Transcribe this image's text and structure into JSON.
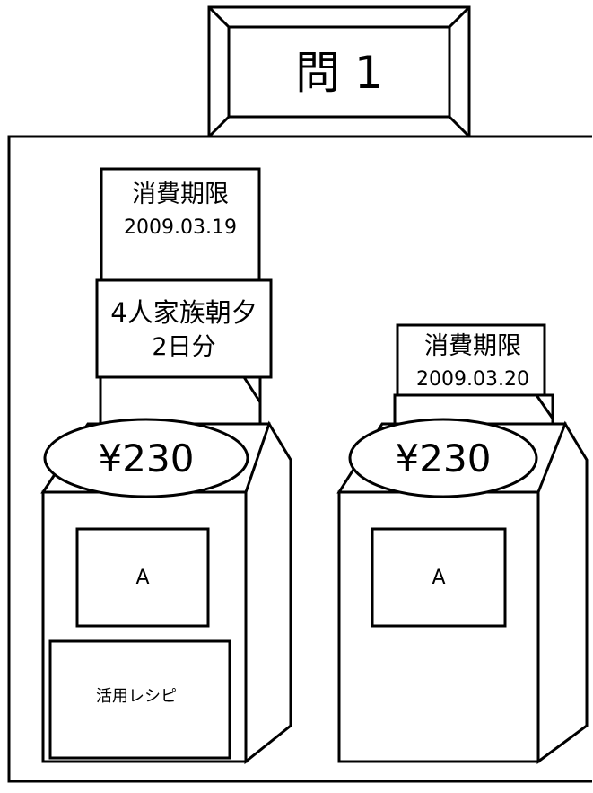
{
  "header": {
    "title": "問 1"
  },
  "left_product": {
    "expiry_label": "消費期限",
    "expiry_date": "2009.03.19",
    "serving_line1": "4人家族朝夕",
    "serving_line2": "2日分",
    "price": "¥230",
    "panel_label": "A",
    "recipe_label": "活用レシピ"
  },
  "right_product": {
    "expiry_label": "消費期限",
    "expiry_date": "2009.03.20",
    "price": "¥230",
    "panel_label": "A"
  },
  "colors": {
    "stroke": "#000000",
    "fill": "#ffffff"
  }
}
